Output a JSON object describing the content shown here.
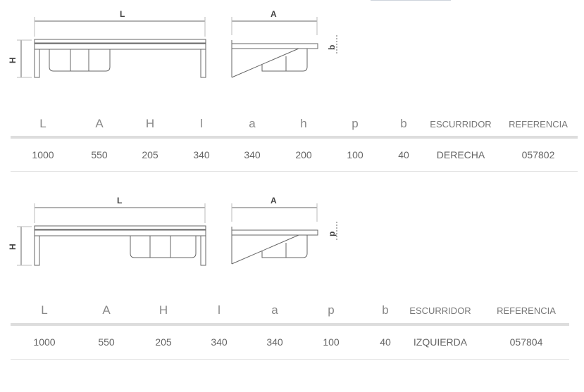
{
  "drawing_labels": {
    "length": "L",
    "width": "A",
    "height": "H",
    "b": "b",
    "p": "p"
  },
  "table1": {
    "headers": [
      "L",
      "A",
      "H",
      "l",
      "a",
      "h",
      "p",
      "b",
      "ESCURRIDOR",
      "REFERENCIA"
    ],
    "row": [
      "1000",
      "550",
      "205",
      "340",
      "340",
      "200",
      "100",
      "40",
      "DERECHA",
      "057802"
    ]
  },
  "table2": {
    "headers": [
      "L",
      "A",
      "H",
      "l",
      "a",
      "p",
      "b",
      "ESCURRIDOR",
      "REFERENCIA"
    ],
    "row": [
      "1000",
      "550",
      "205",
      "340",
      "340",
      "100",
      "40",
      "IZQUIERDA",
      "057804"
    ]
  }
}
